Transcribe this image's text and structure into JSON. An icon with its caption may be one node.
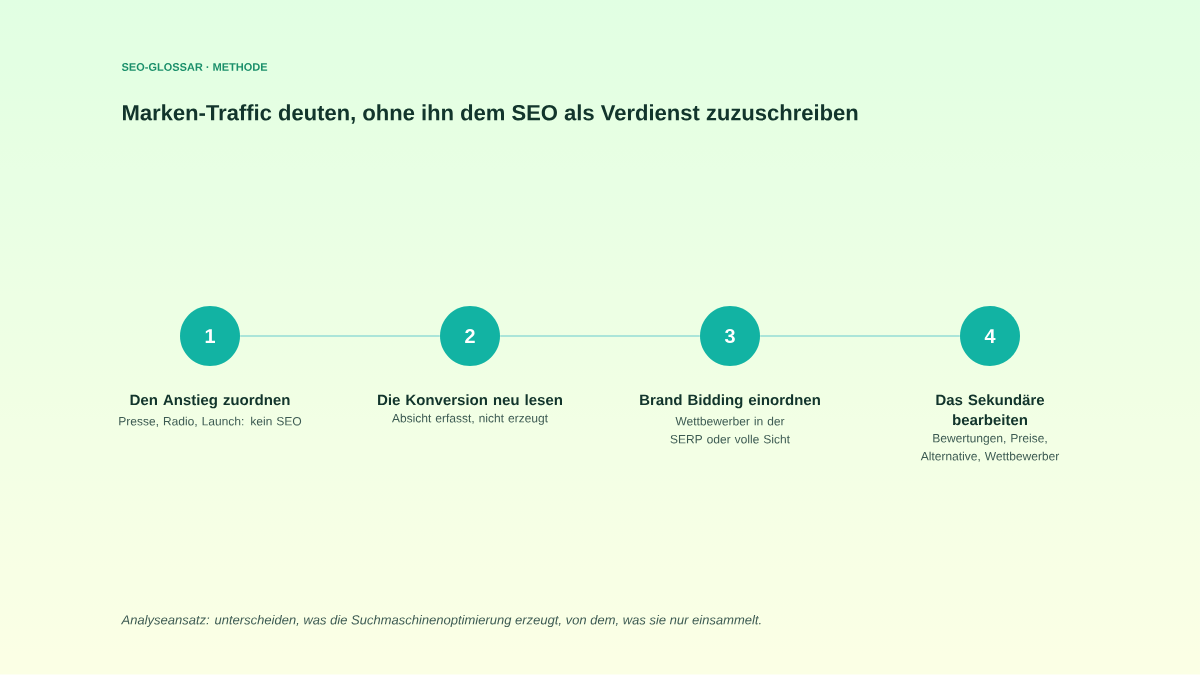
{
  "diagram": {
    "title": "Marken-Traffic deuten, ohne ihn dem SEO als Verdienst zuzuschreiben",
    "caption": "Analyseansatz: unterscheiden, was die Suchmaschinenoptimierung erzeugt, von dem, was sie nur einsammelt.",
    "nodes": [
      {
        "text": [
          "1"
        ],
        "beside": [
          "Den Anstieg zuordnen",
          "Presse, Radio, Launch: kein SEO"
        ]
      },
      {
        "text": [
          "2"
        ],
        "beside": [
          "Die Konversion neu lesen",
          "Absicht erfasst, nicht erzeugt"
        ]
      },
      {
        "text": [
          "3"
        ],
        "beside": [
          "Brand Bidding einordnen",
          "Wettbewerber in der SERP oder volle Sicht"
        ]
      },
      {
        "text": [
          "4"
        ],
        "beside": [
          "Das Sekundäre bearbeiten",
          "Bewertungen, Preise, Alternative, Wettbewerber"
        ]
      }
    ],
    "edges": [
      {
        "from": 0,
        "to": 1,
        "arrow": "none"
      },
      {
        "from": 1,
        "to": 2,
        "arrow": "none"
      },
      {
        "from": 2,
        "to": 3,
        "arrow": "none"
      }
    ],
    "labels": [
      "SEO-GLOSSAR · METHODE"
    ]
  }
}
